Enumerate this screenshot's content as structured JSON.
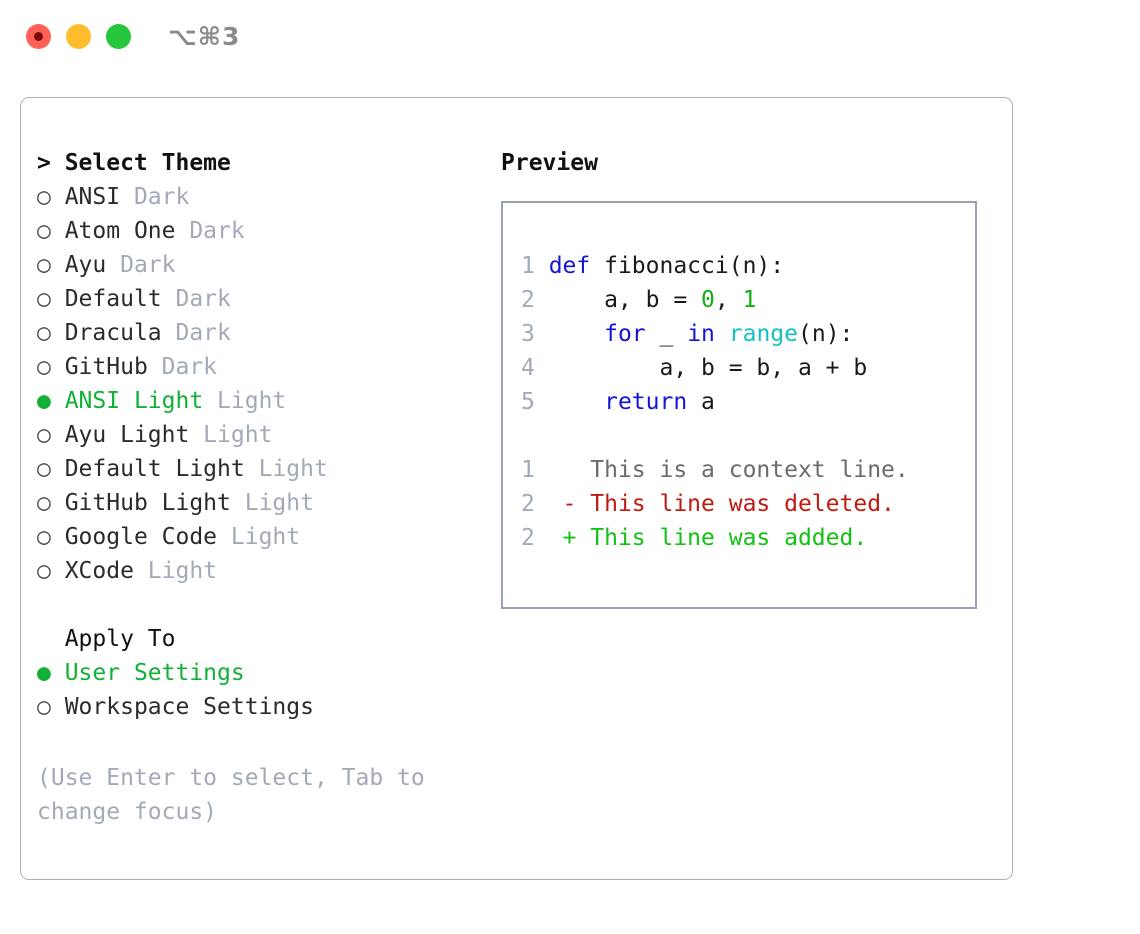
{
  "window": {
    "title": "⌥⌘3",
    "traffic_lights": [
      {
        "name": "close-button",
        "color": "#ff6159"
      },
      {
        "name": "minimize-button",
        "color": "#ffbd2e"
      },
      {
        "name": "maximize-button",
        "color": "#25c63c"
      }
    ]
  },
  "theme_section": {
    "header": "> Select Theme",
    "items": [
      {
        "marker": "○",
        "label": "ANSI",
        "suffix": "Dark",
        "selected": false
      },
      {
        "marker": "○",
        "label": "Atom One",
        "suffix": "Dark",
        "selected": false
      },
      {
        "marker": "○",
        "label": "Ayu",
        "suffix": "Dark",
        "selected": false
      },
      {
        "marker": "○",
        "label": "Default",
        "suffix": "Dark",
        "selected": false
      },
      {
        "marker": "○",
        "label": "Dracula",
        "suffix": "Dark",
        "selected": false
      },
      {
        "marker": "○",
        "label": "GitHub",
        "suffix": "Dark",
        "selected": false
      },
      {
        "marker": "●",
        "label": "ANSI Light",
        "suffix": "Light",
        "selected": true
      },
      {
        "marker": "○",
        "label": "Ayu Light",
        "suffix": "Light",
        "selected": false
      },
      {
        "marker": "○",
        "label": "Default Light",
        "suffix": "Light",
        "selected": false
      },
      {
        "marker": "○",
        "label": "GitHub Light",
        "suffix": "Light",
        "selected": false
      },
      {
        "marker": "○",
        "label": "Google Code",
        "suffix": "Light",
        "selected": false
      },
      {
        "marker": "○",
        "label": "XCode",
        "suffix": "Light",
        "selected": false
      }
    ]
  },
  "apply_section": {
    "header": "  Apply To",
    "items": [
      {
        "marker": "●",
        "label": "User Settings",
        "selected": true
      },
      {
        "marker": "○",
        "label": "Workspace Settings",
        "selected": false
      }
    ]
  },
  "hint": "(Use Enter to select, Tab to change focus)",
  "preview": {
    "title": "Preview",
    "code_lines": [
      {
        "n": "1",
        "text": "def fibonacci(n):"
      },
      {
        "n": "2",
        "text": "    a, b = 0, 1"
      },
      {
        "n": "3",
        "text": "    for _ in range(n):"
      },
      {
        "n": "4",
        "text": "        a, b = b, a + b"
      },
      {
        "n": "5",
        "text": "    return a"
      }
    ],
    "diff_lines": [
      {
        "n": "1",
        "sign": " ",
        "text": "This is a context line.",
        "kind": "context"
      },
      {
        "n": "2",
        "sign": "-",
        "text": "This line was deleted.",
        "kind": "deleted"
      },
      {
        "n": "2",
        "sign": "+",
        "text": "This line was added.",
        "kind": "added"
      }
    ]
  },
  "colors": {
    "accent_green": "#12b038",
    "muted_gray": "#a2aab8",
    "border": "#aab3c0",
    "preview_border": "#97a3b4",
    "keyword_blue": "#1414d6",
    "function_cyan": "#13c2c2",
    "number_green": "#13b013",
    "diff_deleted": "#bf1b10",
    "diff_added": "#12c112",
    "diff_context": "#6b6b6b"
  }
}
